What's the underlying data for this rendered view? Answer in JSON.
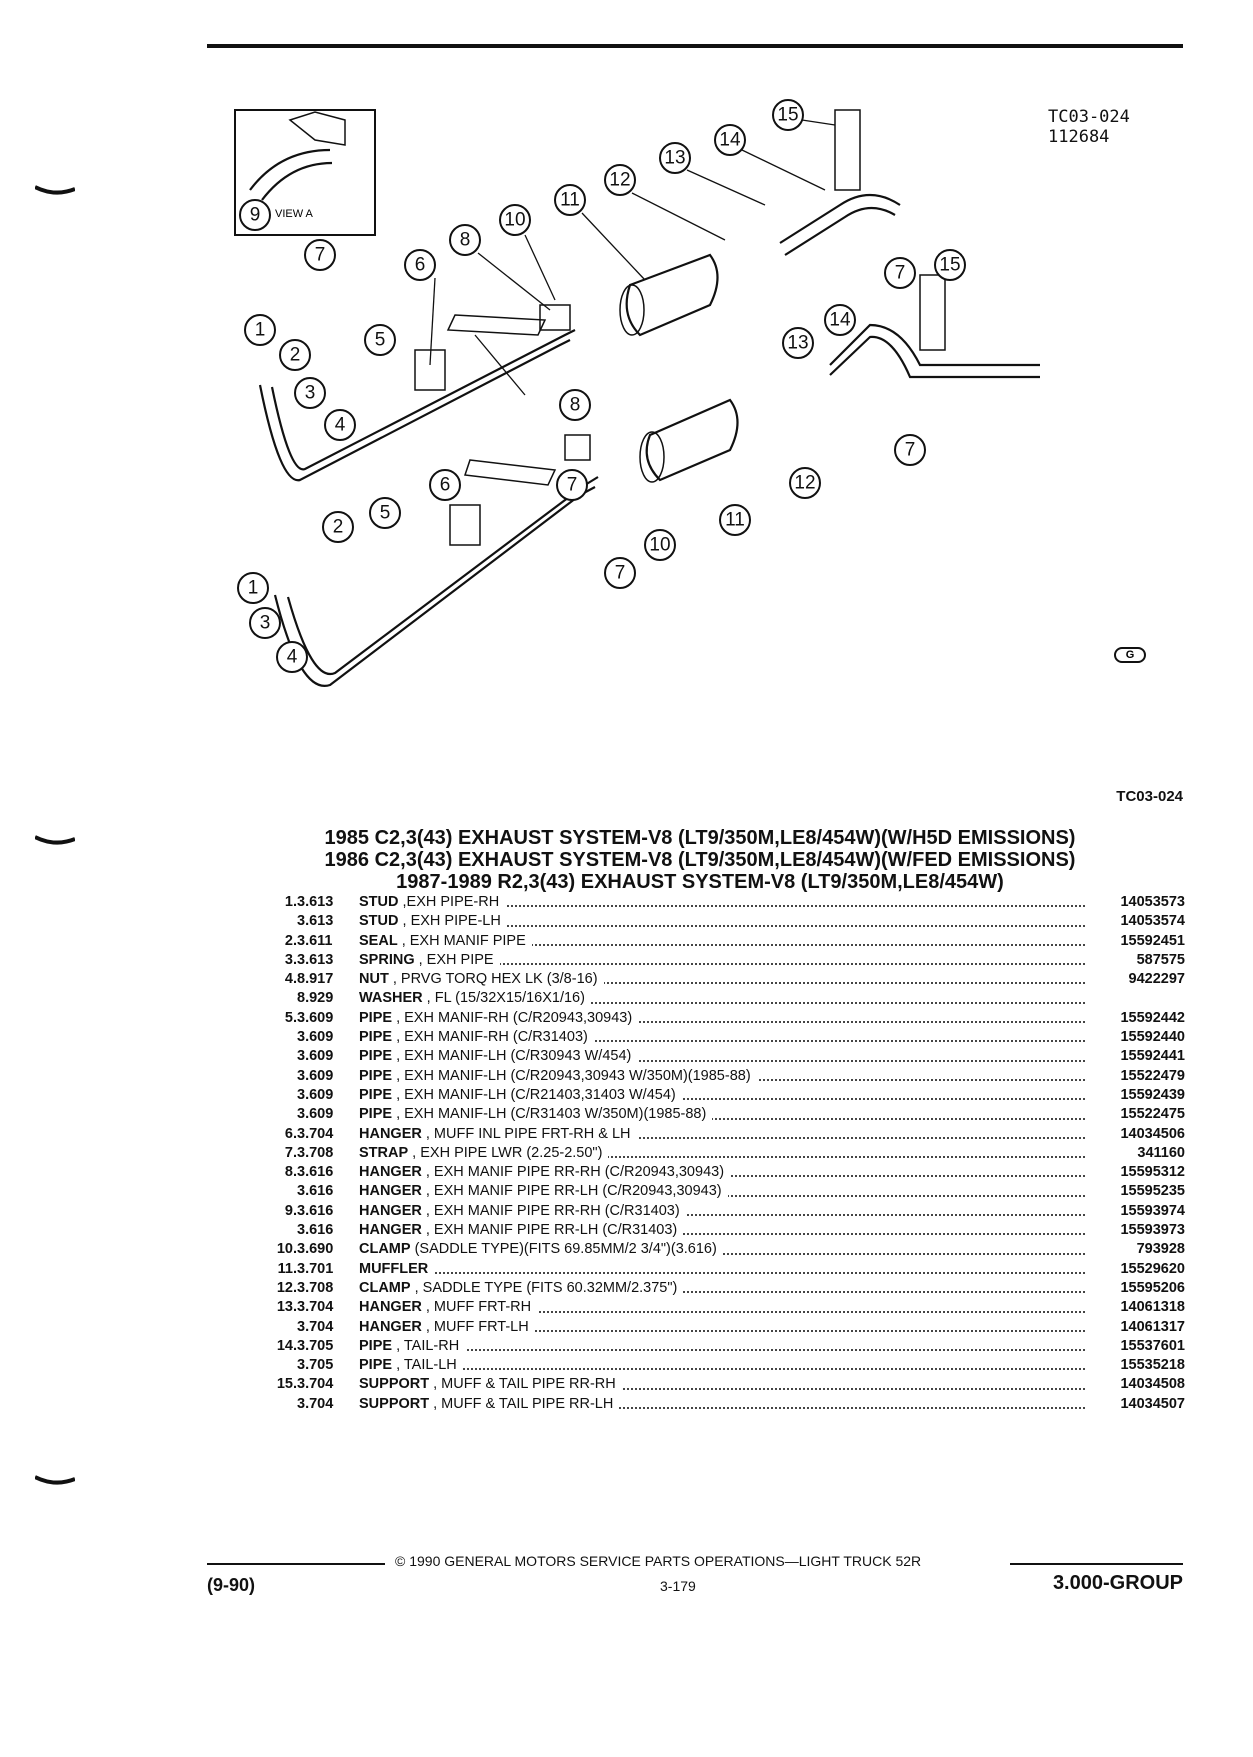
{
  "diagram": {
    "ref_code": "TC03-024",
    "ref_number": "112684",
    "view_label": "VIEW A",
    "logo_text": "G"
  },
  "figure_code": "TC03-024",
  "titles": [
    "1985 C2,3(43) EXHAUST SYSTEM-V8 (LT9/350M,LE8/454W)(W/H5D EMISSIONS)",
    "1986 C2,3(43) EXHAUST SYSTEM-V8 (LT9/350M,LE8/454W)(W/FED EMISSIONS)",
    "1987-1989 R2,3(43) EXHAUST SYSTEM-V8 (LT9/350M,LE8/454W)"
  ],
  "parts": [
    {
      "num": "1.",
      "grp": "3.613",
      "name": "STUD",
      "desc": " ,EXH PIPE-RH",
      "pn": "14053573"
    },
    {
      "num": "",
      "grp": "3.613",
      "name": "STUD",
      "desc": " , EXH PIPE-LH",
      "pn": "14053574"
    },
    {
      "num": "2.",
      "grp": "3.611",
      "name": "SEAL",
      "desc": " , EXH MANIF PIPE",
      "pn": "15592451"
    },
    {
      "num": "3.",
      "grp": "3.613",
      "name": "SPRING",
      "desc": " , EXH PIPE",
      "pn": "587575"
    },
    {
      "num": "4.",
      "grp": "8.917",
      "name": "NUT",
      "desc": " , PRVG TORQ HEX LK (3/8-16)",
      "pn": "9422297"
    },
    {
      "num": "",
      "grp": "8.929",
      "name": "WASHER",
      "desc": " , FL (15/32X15/16X1/16)",
      "pn": ""
    },
    {
      "num": "5.",
      "grp": "3.609",
      "name": "PIPE",
      "desc": " , EXH MANIF-RH (C/R20943,30943)",
      "pn": "15592442"
    },
    {
      "num": "",
      "grp": "3.609",
      "name": "PIPE",
      "desc": " , EXH MANIF-RH (C/R31403)",
      "pn": "15592440"
    },
    {
      "num": "",
      "grp": "3.609",
      "name": "PIPE",
      "desc": " , EXH MANIF-LH (C/R30943 W/454)",
      "pn": "15592441"
    },
    {
      "num": "",
      "grp": "3.609",
      "name": "PIPE",
      "desc": " , EXH MANIF-LH (C/R20943,30943 W/350M)(1985-88)",
      "pn": "15522479"
    },
    {
      "num": "",
      "grp": "3.609",
      "name": "PIPE",
      "desc": " , EXH MANIF-LH (C/R21403,31403 W/454)",
      "pn": "15592439"
    },
    {
      "num": "",
      "grp": "3.609",
      "name": "PIPE",
      "desc": " , EXH MANIF-LH (C/R31403 W/350M)(1985-88)",
      "pn": "15522475"
    },
    {
      "num": "6.",
      "grp": "3.704",
      "name": "HANGER",
      "desc": " , MUFF INL PIPE FRT-RH & LH",
      "pn": "14034506"
    },
    {
      "num": "7.",
      "grp": "3.708",
      "name": "STRAP",
      "desc": " , EXH PIPE LWR (2.25-2.50\")",
      "pn": "341160"
    },
    {
      "num": "8.",
      "grp": "3.616",
      "name": "HANGER",
      "desc": " , EXH MANIF PIPE RR-RH (C/R20943,30943)",
      "pn": "15595312"
    },
    {
      "num": "",
      "grp": "3.616",
      "name": "HANGER",
      "desc": " , EXH MANIF PIPE RR-LH (C/R20943,30943)",
      "pn": "15595235"
    },
    {
      "num": "9.",
      "grp": "3.616",
      "name": "HANGER",
      "desc": " , EXH MANIF PIPE RR-RH (C/R31403)",
      "pn": "15593974"
    },
    {
      "num": "",
      "grp": "3.616",
      "name": "HANGER",
      "desc": " , EXH MANIF PIPE RR-LH (C/R31403)",
      "pn": "15593973"
    },
    {
      "num": "10.",
      "grp": "3.690",
      "name": "CLAMP",
      "desc": " (SADDLE TYPE)(FITS 69.85MM/2 3/4\")(3.616)",
      "pn": "793928"
    },
    {
      "num": "11.",
      "grp": "3.701",
      "name": "MUFFLER",
      "desc": "",
      "pn": "15529620"
    },
    {
      "num": "12.",
      "grp": "3.708",
      "name": "CLAMP",
      "desc": " , SADDLE TYPE (FITS 60.32MM/2.375\")",
      "pn": "15595206"
    },
    {
      "num": "13.",
      "grp": "3.704",
      "name": "HANGER",
      "desc": " , MUFF FRT-RH",
      "pn": "14061318"
    },
    {
      "num": "",
      "grp": "3.704",
      "name": "HANGER",
      "desc": " , MUFF FRT-LH",
      "pn": "14061317"
    },
    {
      "num": "14.",
      "grp": "3.705",
      "name": "PIPE",
      "desc": " , TAIL-RH",
      "pn": "15537601"
    },
    {
      "num": "",
      "grp": "3.705",
      "name": "PIPE",
      "desc": " , TAIL-LH",
      "pn": "15535218"
    },
    {
      "num": "15.",
      "grp": "3.704",
      "name": "SUPPORT",
      "desc": " , MUFF & TAIL PIPE RR-RH",
      "pn": "14034508"
    },
    {
      "num": "",
      "grp": "3.704",
      "name": "SUPPORT",
      "desc": " , MUFF & TAIL PIPE RR-LH",
      "pn": "14034507"
    }
  ],
  "footer": {
    "copyright": "© 1990 GENERAL MOTORS SERVICE PARTS OPERATIONS—LIGHT TRUCK 52R",
    "date": "(9-90)",
    "page": "3-179",
    "group": "3.000-GROUP"
  }
}
